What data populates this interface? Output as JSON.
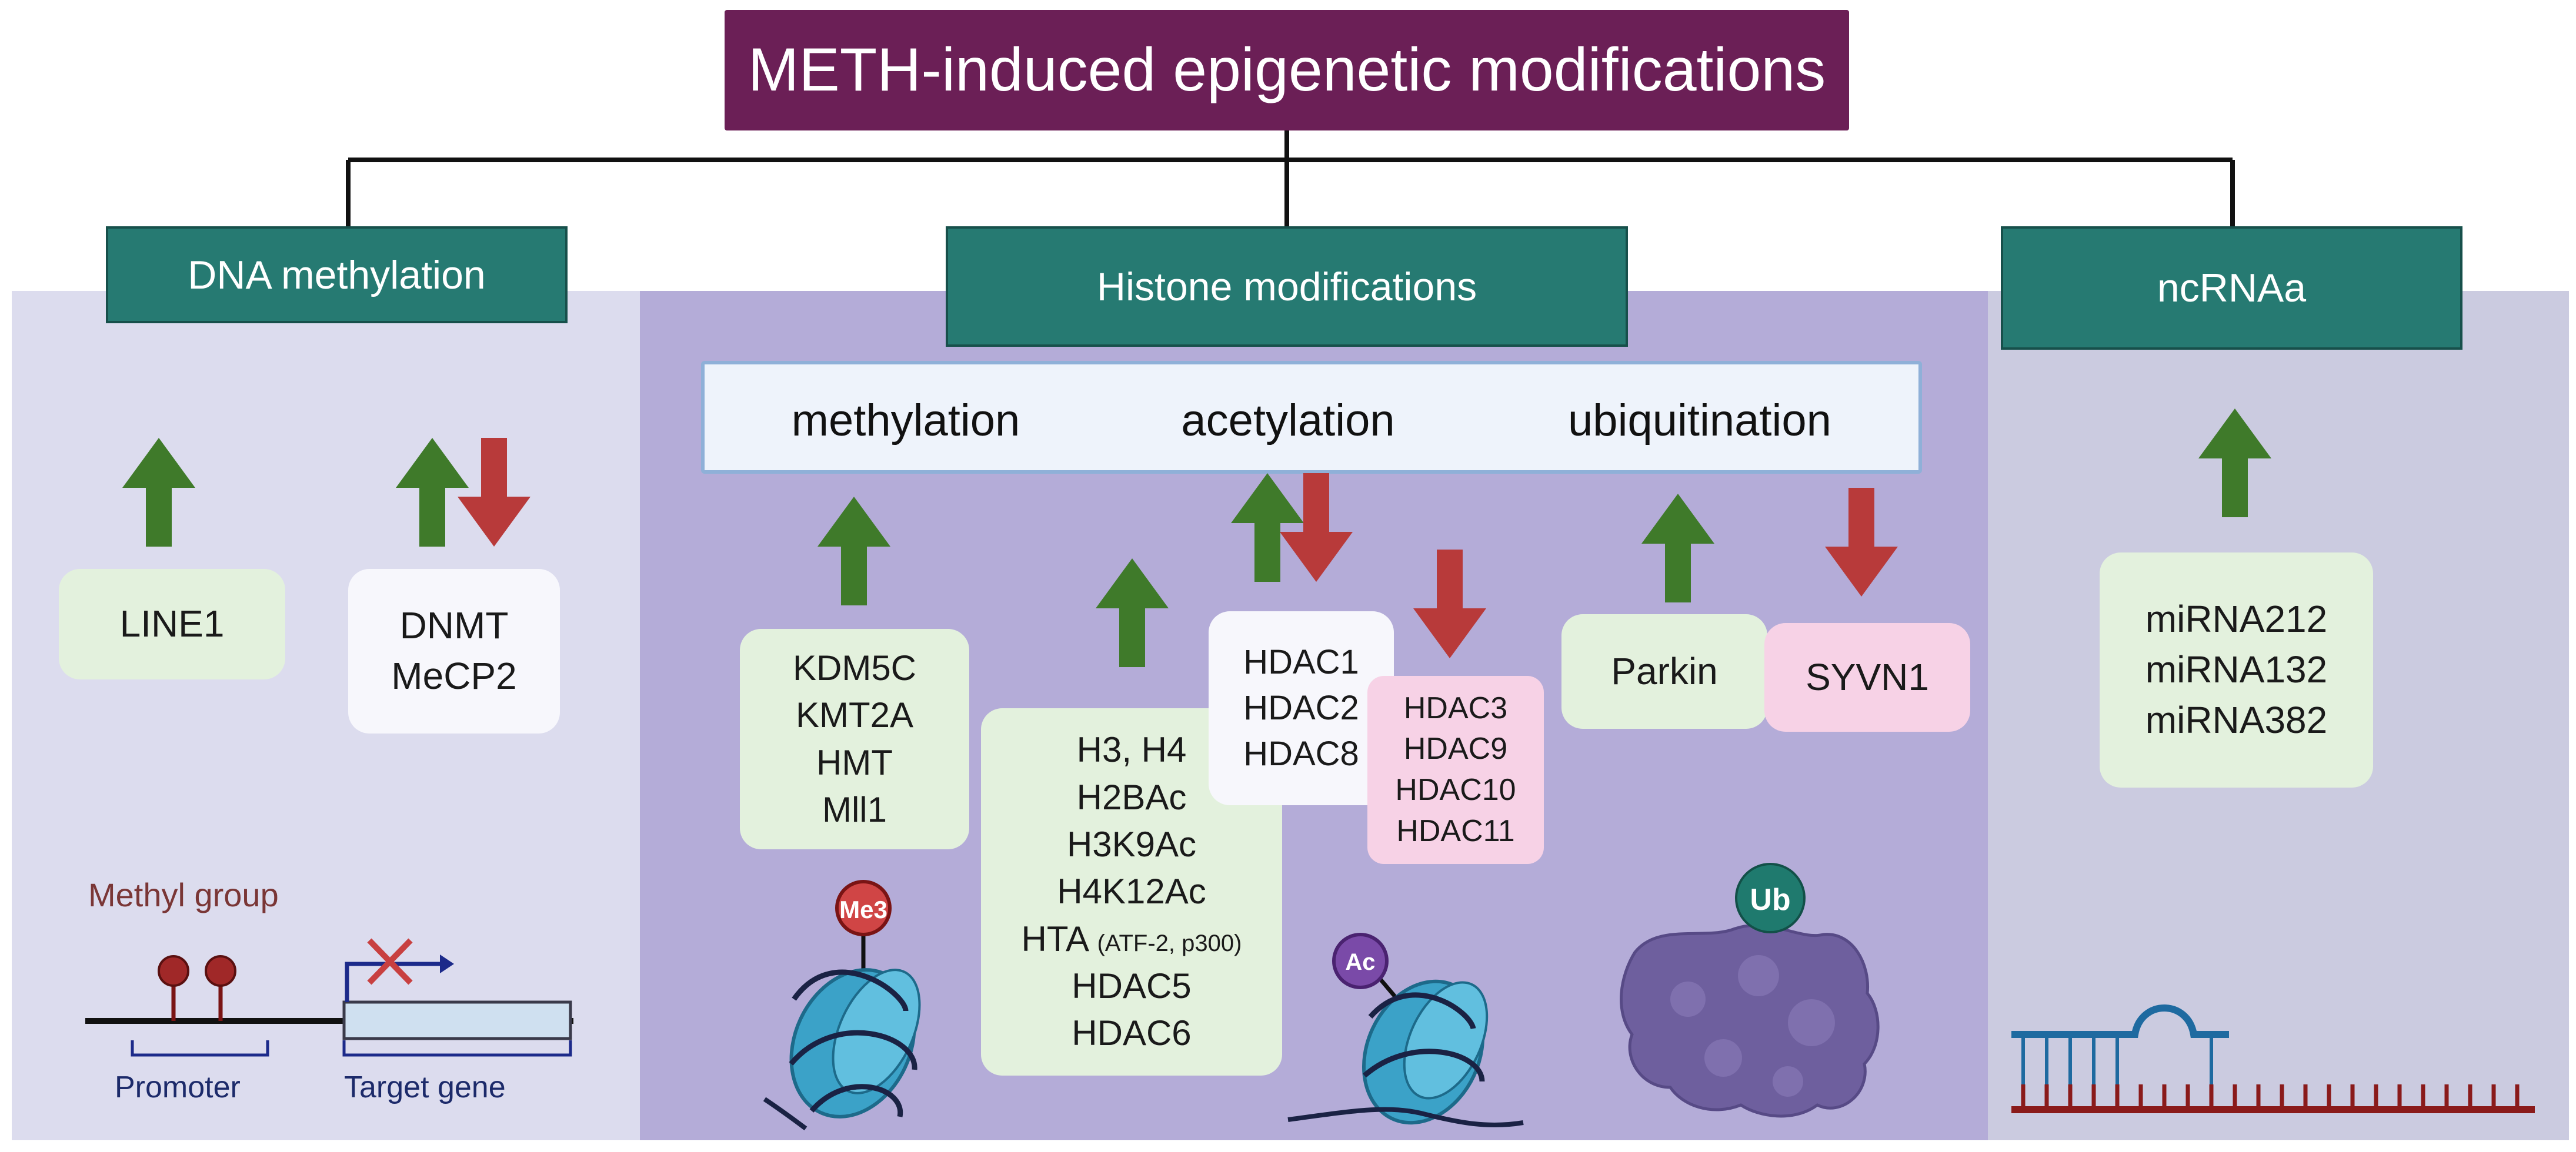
{
  "title": "METH-induced epigenetic modifications",
  "sections": {
    "dna": "DNA methylation",
    "histone": "Histone modifications",
    "ncrna": "ncRNAa"
  },
  "histone_types": {
    "methylation": "methylation",
    "acetylation": "acetylation",
    "ubiquitination": "ubiquitination"
  },
  "dna": {
    "line1": "LINE1",
    "dnmt": [
      "DNMT",
      "MeCP2"
    ],
    "methyl_label": "Methyl group",
    "promoter_label": "Promoter",
    "target_label": "Target gene"
  },
  "methylation_genes": [
    "KDM5C",
    "KMT2A",
    "HMT",
    "Mll1"
  ],
  "acetylation_up": {
    "lines": [
      "H3, H4",
      "H2BAc",
      "H3K9Ac",
      "H4K12Ac"
    ],
    "hta": "HTA",
    "hta_note": "(ATF-2, p300)",
    "tail": [
      "HDAC5",
      "HDAC6"
    ]
  },
  "hdac_mixed": [
    "HDAC1",
    "HDAC2",
    "HDAC8"
  ],
  "hdac_down": [
    "HDAC3",
    "HDAC9",
    "HDAC10",
    "HDAC11"
  ],
  "ubiquitination": {
    "up": "Parkin",
    "down": "SYVN1"
  },
  "ncrna_genes": [
    "miRNA212",
    "miRNA132",
    "miRNA382"
  ],
  "icons": {
    "me3": "Me3",
    "ac": "Ac",
    "ub": "Ub"
  },
  "colors": {
    "title_bg": "#6b1f56",
    "header_bg": "#267a72",
    "up_arrow": "#3f7a2a",
    "down_arrow": "#b83a3a",
    "methyl": "#a02828"
  }
}
